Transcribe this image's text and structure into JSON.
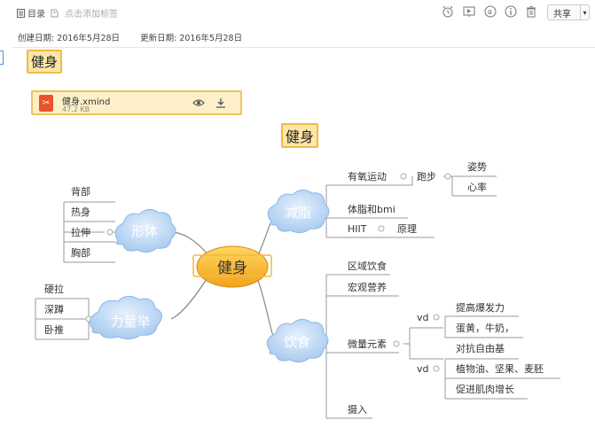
{
  "toolbar": {
    "toc_label": "目录",
    "add_tag_label": "点击添加标签",
    "share_label": "共享"
  },
  "meta": {
    "created": "创建日期: 2016年5月28日",
    "updated": "更新日期: 2016年5月28日"
  },
  "note_title": "健身",
  "attachment": {
    "name": "健身.xmind",
    "size": "47.2 KB"
  },
  "mindmap": {
    "title": "健身",
    "root": "健身",
    "branches": {
      "shape": {
        "label": "形体",
        "children": [
          "背部",
          "热身",
          "拉伸",
          "胸部"
        ]
      },
      "strength": {
        "label": "力量举",
        "children": [
          "硬拉",
          "深蹲",
          "卧推"
        ]
      },
      "fat_loss": {
        "label": "减脂",
        "cardio": "有氧运动",
        "running": "跑步",
        "posture": "姿势",
        "heart_rate": "心率",
        "bmi": "体脂和bmi",
        "hiit": "HIIT",
        "principle": "原理"
      },
      "diet": {
        "label": "饮食",
        "regional": "区域饮食",
        "macro": "宏观营养",
        "micro": "微量元素",
        "vd1": "vd",
        "vd1_items": [
          "提高爆发力",
          "蛋黄，牛奶，"
        ],
        "free_radical": "对抗自由基",
        "vd2": "vd",
        "vd2_items": [
          "植物油、坚果、麦胚",
          "促进肌肉增长"
        ],
        "intake": "摄入"
      }
    }
  }
}
